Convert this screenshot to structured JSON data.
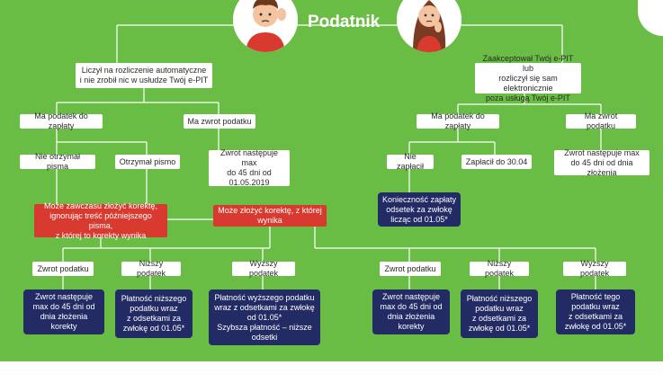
{
  "title": "Podatnik",
  "colors": {
    "background": "#69bd44",
    "white_box": "#ffffff",
    "red_box": "#d93a2f",
    "navy_box": "#222b63"
  },
  "left": {
    "root": [
      "Liczył na rozliczenie automatyczne",
      "i nie zrobił nic w usłudze Twój e-PIT"
    ],
    "tax_due": "Ma podatek do zapłaty",
    "refund": "Ma zwrot podatku",
    "no_letter": "Nie otrzymał pisma",
    "got_letter": "Otrzymał pismo",
    "refund_info": [
      "Zwrot następuje max",
      "do 45 dni od",
      "01.05.2019"
    ],
    "correct_always": [
      "Może zawczasu złożyć korektę,",
      "ignorując treść późniejszego pisma,",
      "z której to korekty wynika"
    ],
    "correct_result": [
      "Może złożyć korektę, z której",
      "wynika"
    ],
    "outcome_refund": "Zwrot podatku",
    "outcome_lower": "Niższy podatek",
    "outcome_higher": "Wyższy podatek",
    "res_refund": [
      "Zwrot  następuje",
      "max do 45 dni od",
      "dnia złożenia",
      "korekty"
    ],
    "res_lower": [
      "Płatność niższego",
      "podatku wraz",
      "z odsetkami za",
      "zwłokę od 01.05*"
    ],
    "res_higher": [
      "Płatność wyższego podatku",
      "wraz z odsetkami za zwłokę",
      "od 01.05*",
      "Szybsza płatność – niższe",
      "odsetki"
    ]
  },
  "right": {
    "root": [
      "Zaakceptował Twój e-PIT lub",
      "rozliczył się sam elektronicznie",
      "poza usługą Twój e-PIT"
    ],
    "tax_due": "Ma podatek do zapłaty",
    "refund": "Ma zwrot podatku",
    "not_paid": "Nie zapłacił",
    "paid": "Zapłacił do 30.04",
    "refund_info": [
      "Zwrot następuje max",
      "do 45 dni od dnia złożenia"
    ],
    "interest": [
      "Konieczność zapłaty",
      "odsetek za zwłokę",
      "licząc od 01.05*"
    ],
    "outcome_refund": "Zwrot podatku",
    "outcome_lower": "Niższy podatek",
    "outcome_higher": "Wyższy podatek",
    "res_refund": [
      "Zwrot  następuje",
      "max do 45 dni od",
      "dnia złożenia",
      "korekty"
    ],
    "res_lower": [
      "Płatność niższego",
      "podatku wraz",
      "z odsetkami za",
      "zwłokę od 01.05*"
    ],
    "res_higher": [
      "Płatność tego",
      "podatku  wraz",
      "z odsetkami za",
      "zwłokę od 01.05*"
    ]
  },
  "icons": {
    "left_avatar": "man-thinking-icon",
    "right_avatar": "woman-thinking-icon"
  }
}
